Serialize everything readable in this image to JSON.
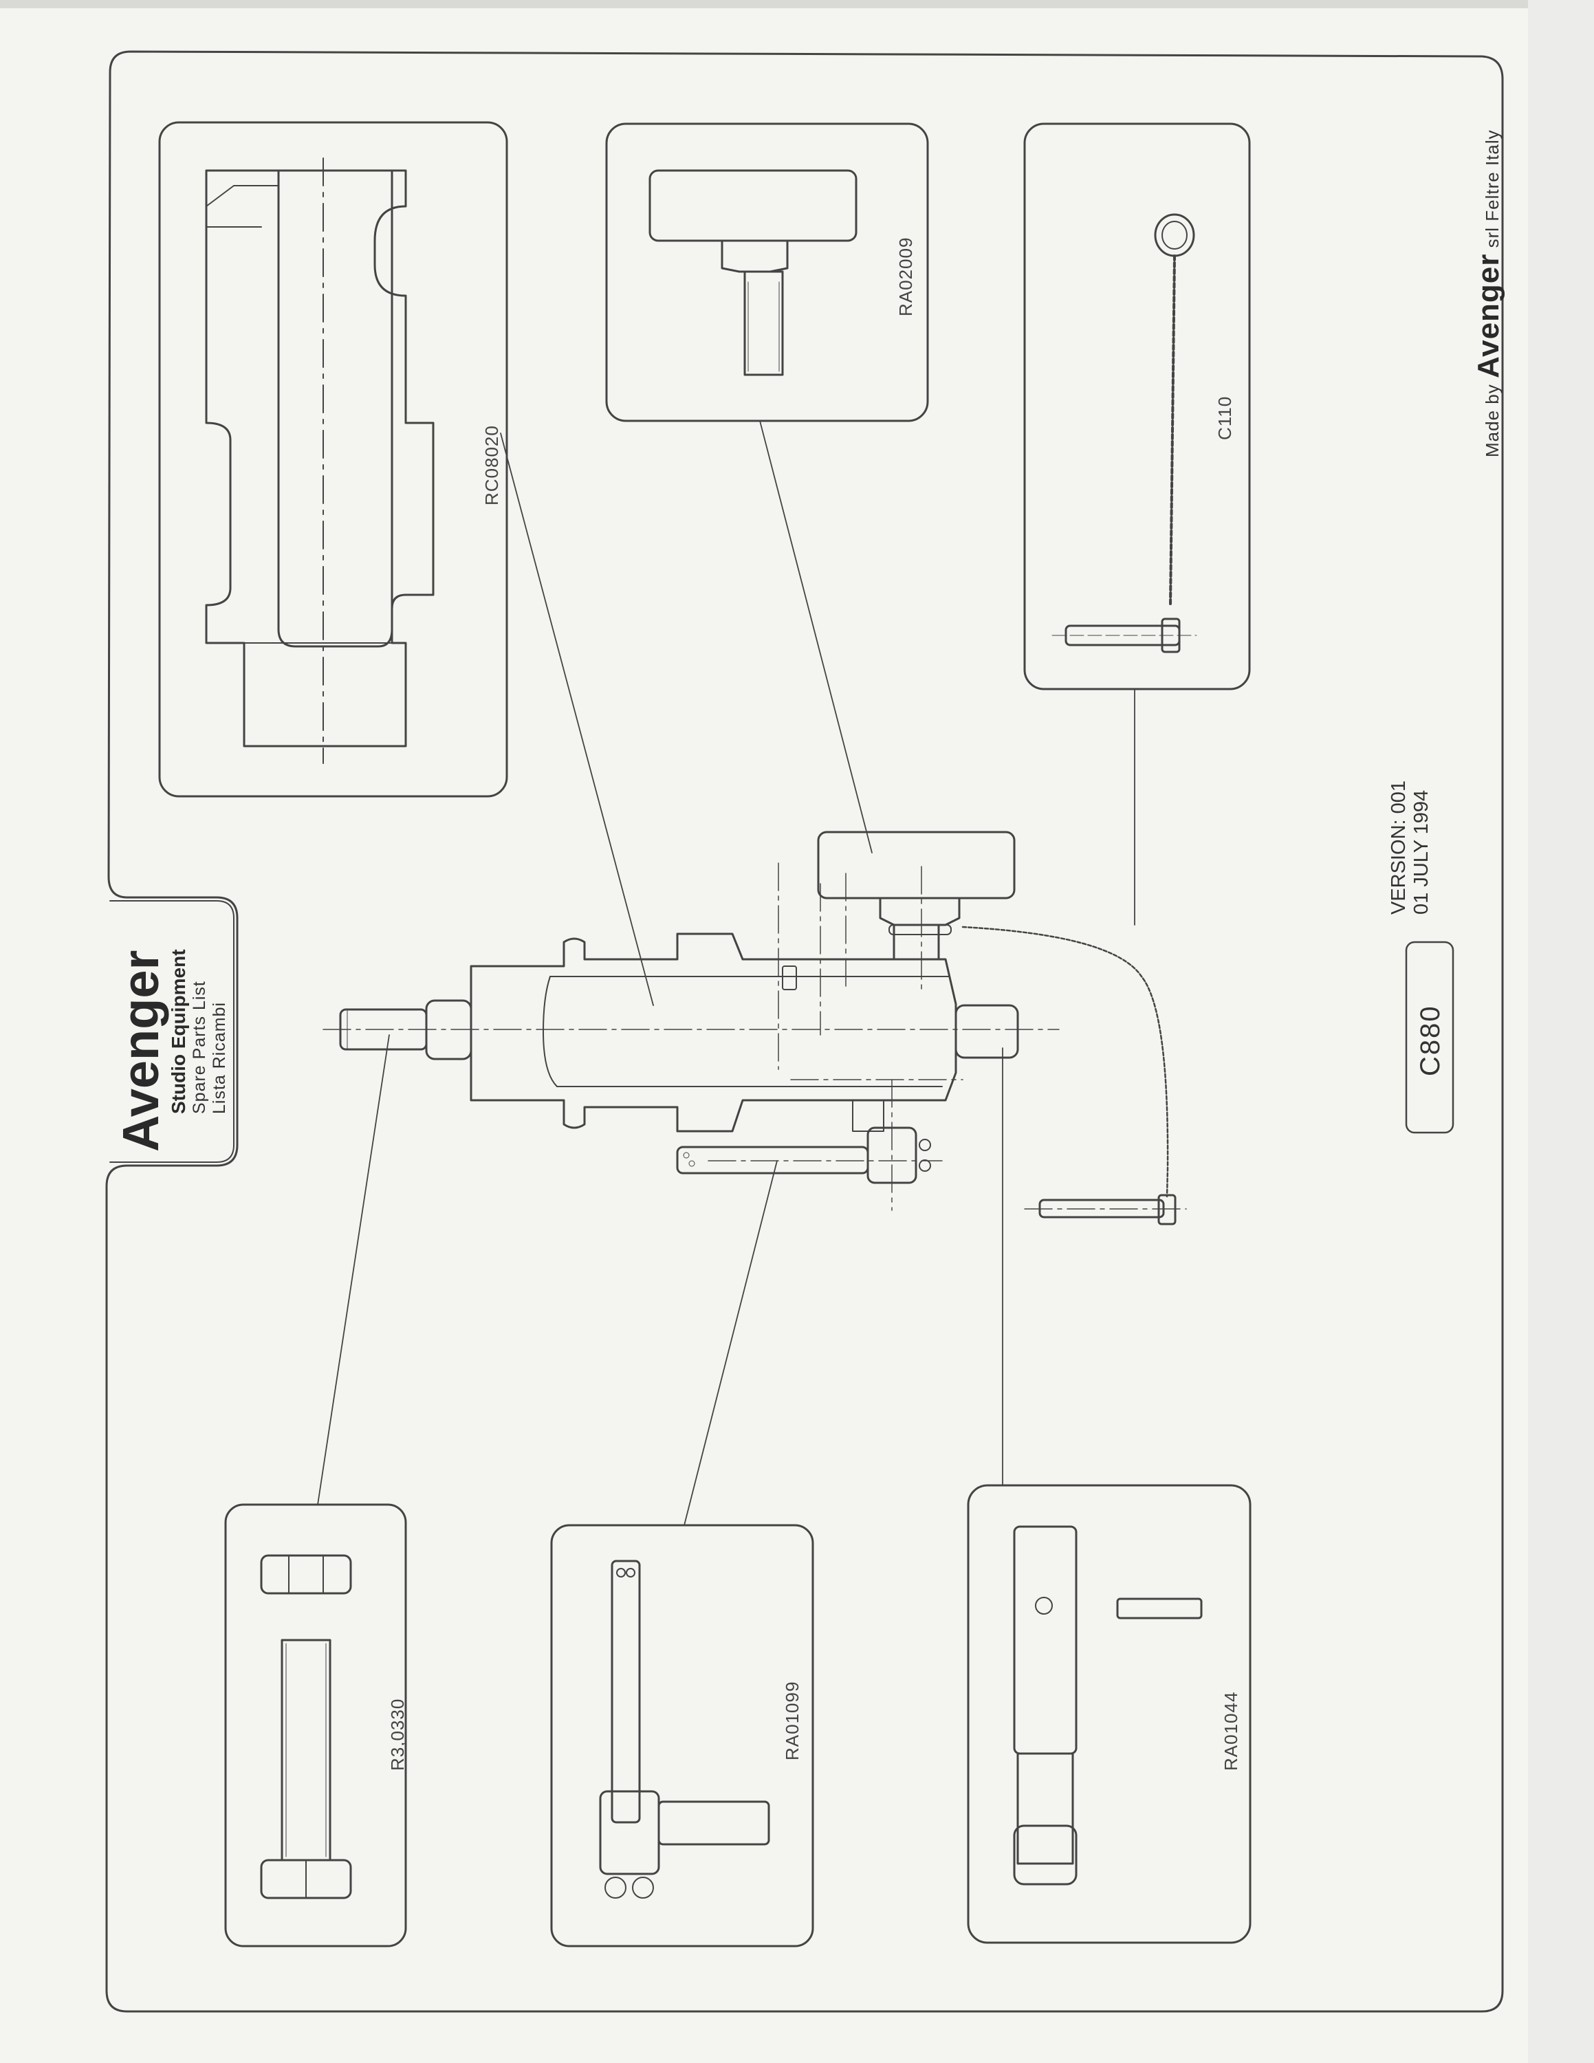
{
  "brand": {
    "name": "Avenger",
    "subtitle": "Studio Equipment",
    "line1": "Spare Parts List",
    "line2": "Lista Ricambi"
  },
  "version": {
    "line1": "VERSION: 001",
    "line2": "01 JULY 1994"
  },
  "model": "C880",
  "footer": {
    "prefix": "Made by",
    "brand": "Avenger",
    "suffix": "srl  Feltre Italy"
  },
  "parts": [
    {
      "code": "RC08020"
    },
    {
      "code": "RA02009"
    },
    {
      "code": "C110"
    },
    {
      "code": "R3,0330"
    },
    {
      "code": "RA01099"
    },
    {
      "code": "RA01044"
    }
  ]
}
